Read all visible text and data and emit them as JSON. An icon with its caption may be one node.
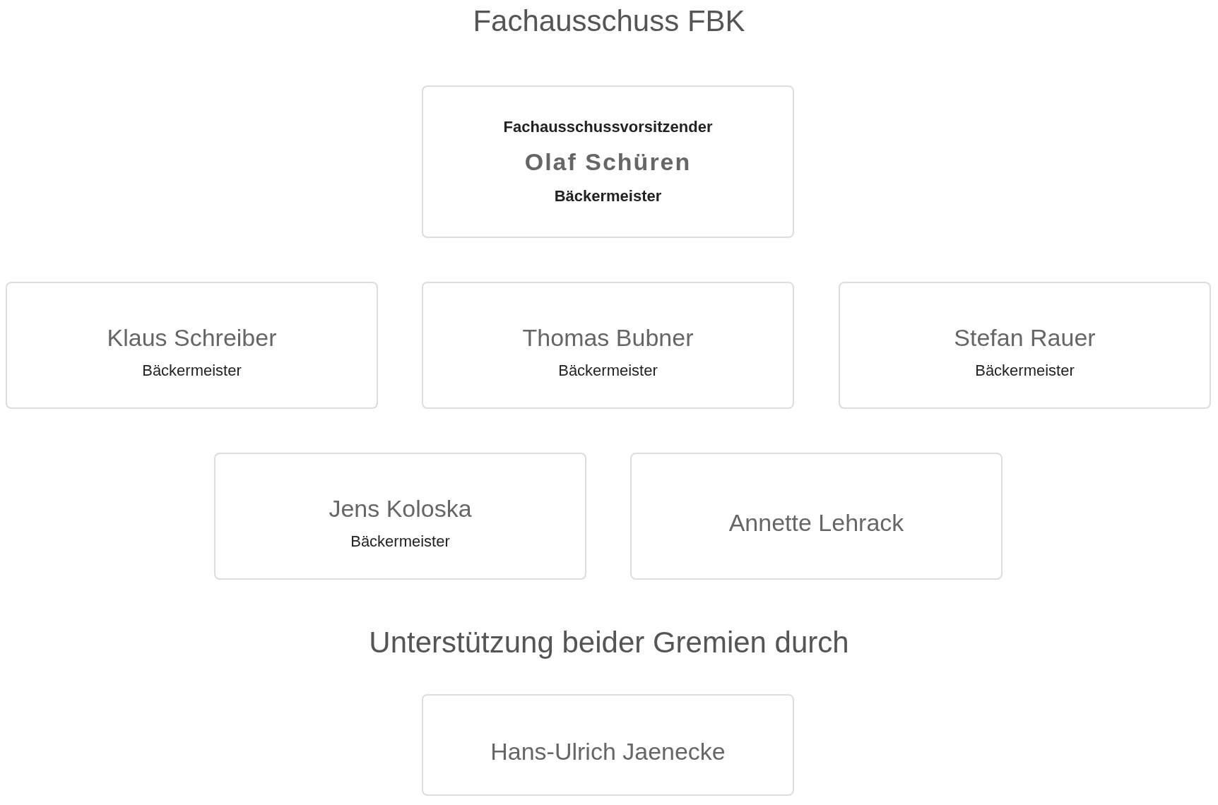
{
  "diagram": {
    "title": "Fachausschuss FBK",
    "nodes": [
      {
        "text": [
          "Fachausschussvorsitzender",
          "Olaf Schüren",
          "Bäckermeister"
        ]
      },
      {
        "text": [
          "Klaus Schreiber",
          "Bäckermeister"
        ]
      },
      {
        "text": [
          "Thomas Bubner",
          "Bäckermeister"
        ]
      },
      {
        "text": [
          "Stefan Rauer",
          "Bäckermeister"
        ]
      },
      {
        "text": [
          "Jens Koloska",
          "Bäckermeister"
        ]
      },
      {
        "text": [
          "Annette Lehrack"
        ]
      },
      {
        "text": [
          "Hans-Ulrich Jaenecke"
        ]
      }
    ],
    "labels": [
      "Unterstützung beider Gremien durch"
    ]
  }
}
